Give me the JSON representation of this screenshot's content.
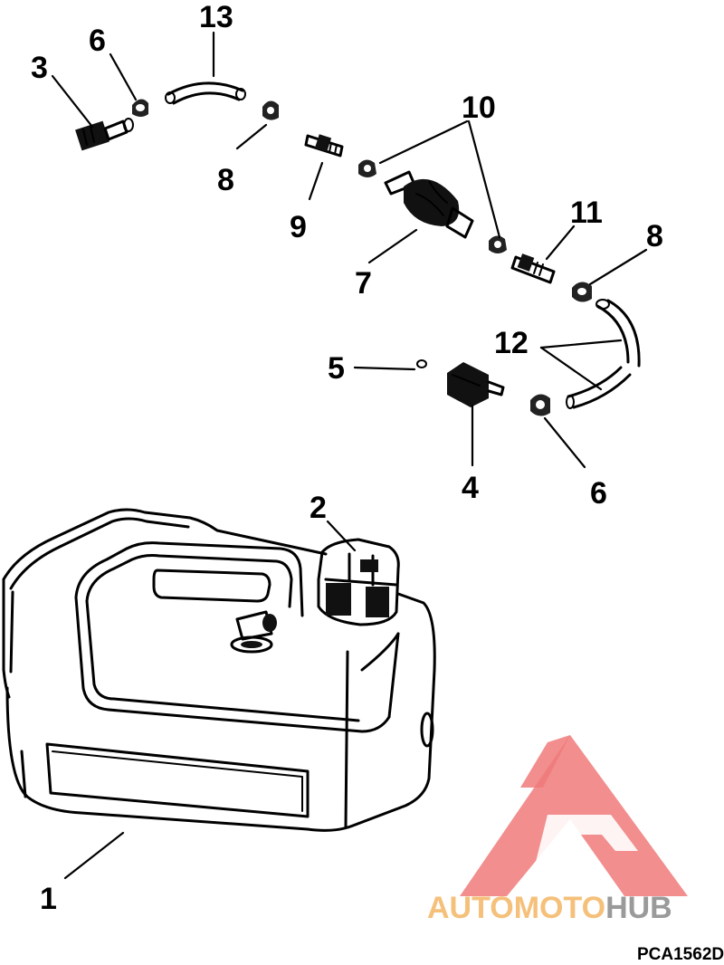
{
  "diagram": {
    "reference_code": "PCA1562D",
    "callouts": {
      "c1": "1",
      "c2": "2",
      "c3": "3",
      "c4": "4",
      "c5": "5",
      "c6a": "6",
      "c6b": "6",
      "c7": "7",
      "c8a": "8",
      "c8b": "8",
      "c9": "9",
      "c10": "10",
      "c11": "11",
      "c12": "12",
      "c13": "13"
    }
  },
  "watermark": {
    "part1": "AUTOMOTO",
    "part2": "HUB",
    "logo_color": "#f07a7a",
    "text1_color": "#f5c07a",
    "text2_color": "#9a9a9a"
  }
}
